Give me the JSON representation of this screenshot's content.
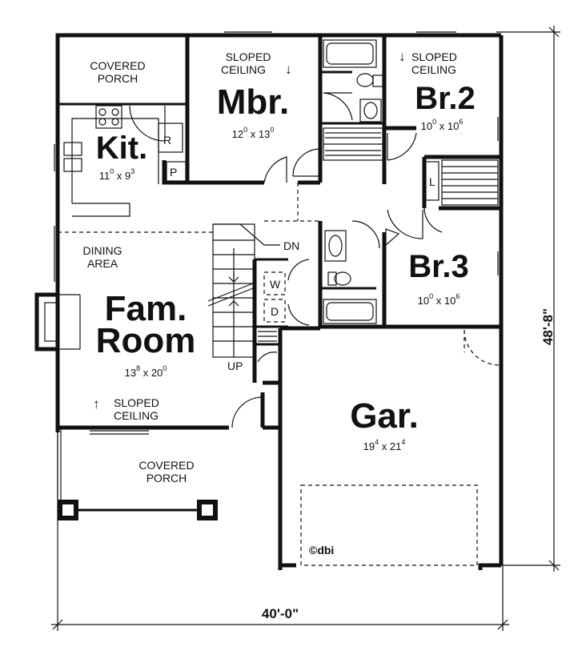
{
  "rooms": {
    "covered_porch_top": {
      "line1": "COVERED",
      "line2": "PORCH"
    },
    "master": {
      "note1": "SLOPED",
      "note2": "CEILING",
      "arrow": "↓",
      "name": "Mbr.",
      "w": "12",
      "wi": "0",
      "d": "13",
      "di": "0"
    },
    "bedroom2": {
      "note1": "SLOPED",
      "note2": "CEILING",
      "arrow": "↓",
      "name": "Br.2",
      "w": "10",
      "wi": "0",
      "d": "10",
      "di": "6"
    },
    "kitchen": {
      "name": "Kit.",
      "w": "11",
      "wi": "0",
      "d": "9",
      "di": "3",
      "r": "R",
      "p": "P"
    },
    "dining": {
      "line1": "DINING",
      "line2": "AREA"
    },
    "family": {
      "line1": "Fam.",
      "line2": "Room",
      "w": "13",
      "wi": "8",
      "d": "20",
      "di": "0",
      "note1": "SLOPED",
      "note2": "CEILING",
      "arrow": "↑"
    },
    "bedroom3": {
      "name": "Br.3",
      "w": "10",
      "wi": "0",
      "d": "10",
      "di": "6"
    },
    "garage": {
      "name": "Gar.",
      "w": "19",
      "wi": "4",
      "d": "21",
      "di": "4"
    },
    "covered_porch_bottom": {
      "line1": "COVERED",
      "line2": "PORCH"
    }
  },
  "labels": {
    "stairs_dn": "DN",
    "stairs_up": "UP",
    "washer": "W",
    "dryer": "D",
    "linen": "L",
    "copyright": "©dbi"
  },
  "dimensions": {
    "width": "40'-0\"",
    "depth": "48'-8\""
  }
}
